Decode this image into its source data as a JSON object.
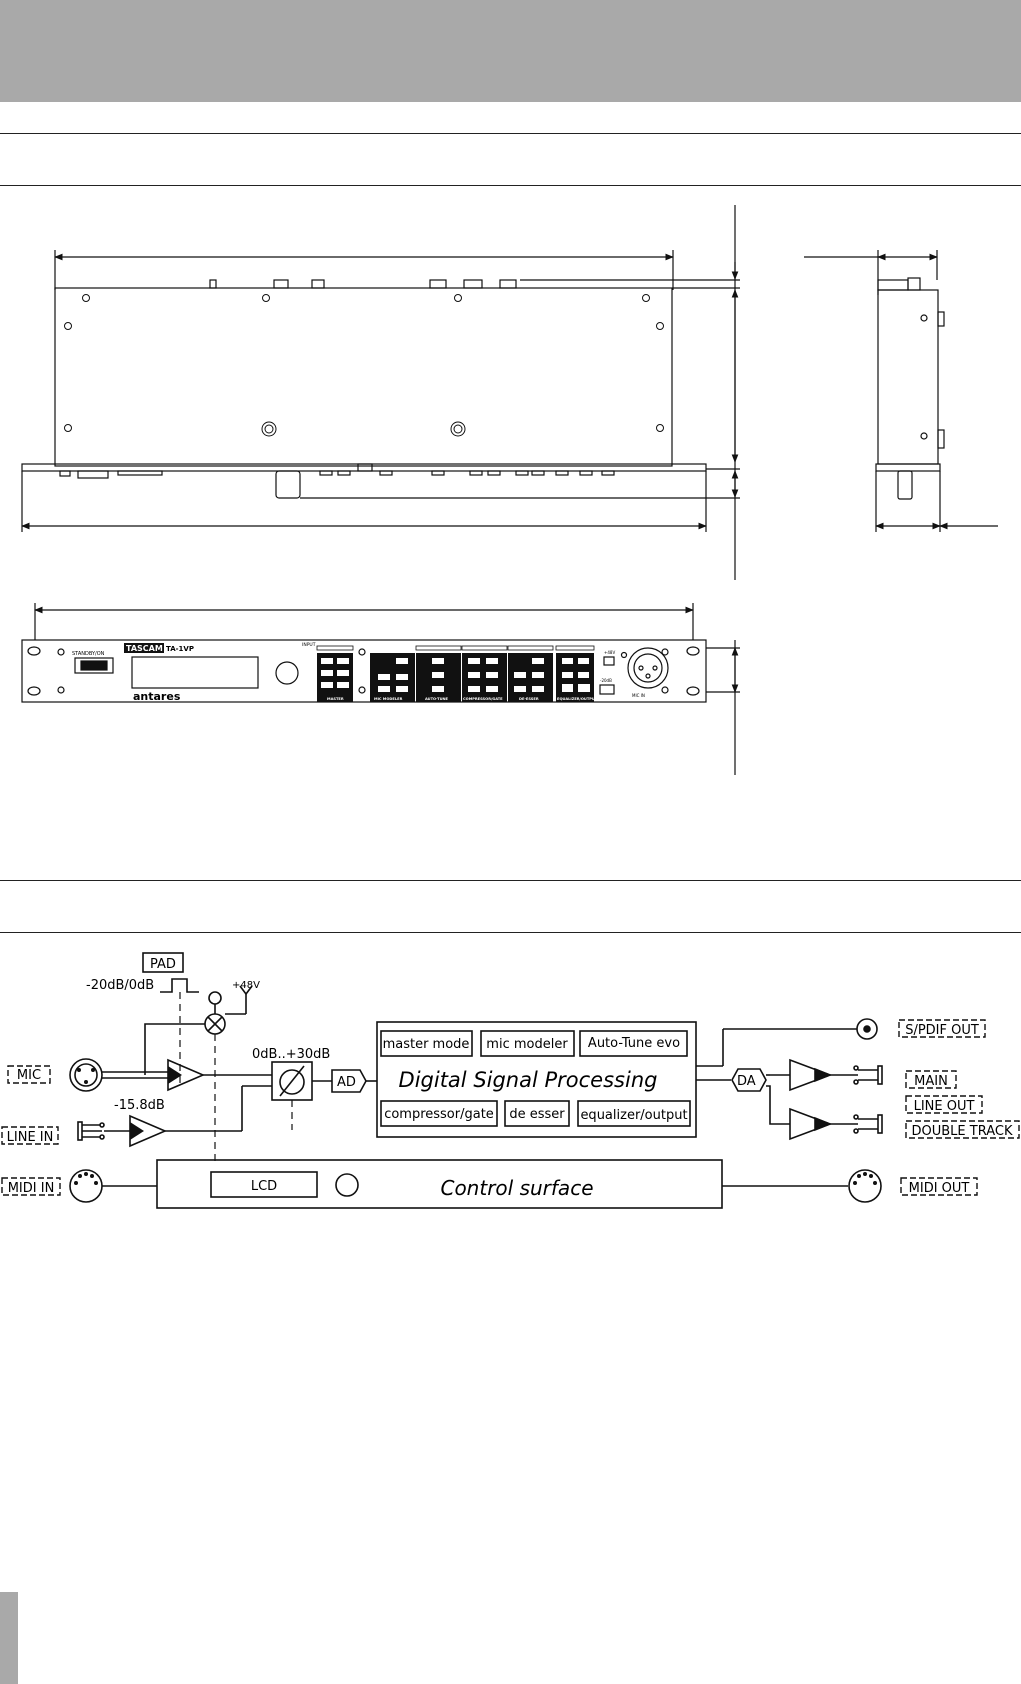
{
  "front_panel": {
    "brand": "TASCAM",
    "model": "TA-1VP",
    "maker": "antares",
    "standby": "STANDBY/ON",
    "input": "INPUT",
    "mic_in": "MIC IN",
    "phantom": "+48V",
    "pad": "-20dB",
    "sections": [
      "MASTER",
      "MIC MODELER",
      "AUTO-TUNE",
      "COMPRESSOR/GATE",
      "DE-ESSER",
      "EQUALIZER/OUTPUT"
    ]
  },
  "block_diagram": {
    "pad_label": "PAD",
    "pad_values": "-20dB/0dB",
    "phantom_label": "+48V",
    "gain_range": "0dB..+30dB",
    "line_gain": "-15.8dB",
    "ad_label": "AD",
    "da_label": "DA",
    "dsp_title": "Digital Signal Processing",
    "dsp_blocks": [
      "master mode",
      "mic modeler",
      "Auto-Tune evo",
      "compressor/gate",
      "de esser",
      "equalizer/output"
    ],
    "lcd_label": "LCD",
    "control_surface": "Control surface",
    "inputs": {
      "mic": "MIC",
      "line_in": "LINE IN",
      "midi_in": "MIDI IN"
    },
    "outputs": {
      "spdif": "S/PDIF OUT",
      "main": "MAIN",
      "line_out": "LINE OUT",
      "double_track": "DOUBLE TRACK",
      "midi_out": "MIDI OUT"
    }
  }
}
